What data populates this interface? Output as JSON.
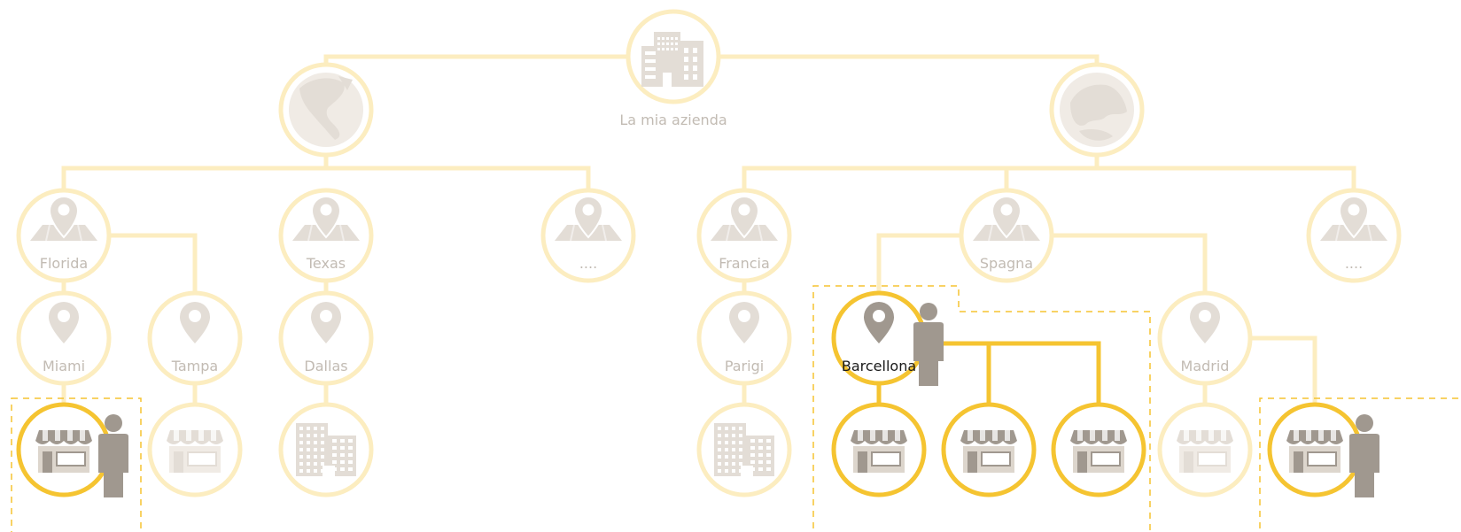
{
  "colors": {
    "faint": "#fcedc0",
    "active": "#f5c431",
    "icon_faint": "#e3ddd6",
    "icon_fill": "#a0988f",
    "label_faint": "#c2bbb3",
    "label_active": "#1a1a1a"
  },
  "nodes": {
    "root": {
      "label": "La mia azienda",
      "icon": "buildings-icon",
      "active": false
    },
    "north_america": {
      "label": "",
      "icon": "globe-americas-icon",
      "active": false
    },
    "europe": {
      "label": "",
      "icon": "globe-europe-icon",
      "active": false
    },
    "florida": {
      "label": "Florida",
      "icon": "map-pin-icon",
      "active": false
    },
    "texas": {
      "label": "Texas",
      "icon": "map-pin-icon",
      "active": false
    },
    "na_more": {
      "label": "....",
      "icon": "map-pin-icon",
      "active": false
    },
    "francia": {
      "label": "Francia",
      "icon": "map-pin-icon",
      "active": false
    },
    "spagna": {
      "label": "Spagna",
      "icon": "map-pin-icon",
      "active": false
    },
    "eu_more": {
      "label": "....",
      "icon": "map-pin-icon",
      "active": false
    },
    "miami": {
      "label": "Miami",
      "icon": "location-pin-icon",
      "active": false
    },
    "tampa": {
      "label": "Tampa",
      "icon": "location-pin-icon",
      "active": false
    },
    "dallas": {
      "label": "Dallas",
      "icon": "location-pin-icon",
      "active": false
    },
    "parigi": {
      "label": "Parigi",
      "icon": "location-pin-icon",
      "active": false
    },
    "barcellona": {
      "label": "Barcellona",
      "icon": "location-pin-icon",
      "active": true,
      "user": true
    },
    "madrid": {
      "label": "Madrid",
      "icon": "location-pin-icon",
      "active": false
    },
    "miami_store": {
      "label": "",
      "icon": "store-icon",
      "active": true,
      "user": true
    },
    "tampa_store": {
      "label": "",
      "icon": "store-icon",
      "active": false
    },
    "dallas_office": {
      "label": "",
      "icon": "office-building-icon",
      "active": false
    },
    "parigi_office": {
      "label": "",
      "icon": "office-building-icon",
      "active": false
    },
    "barcellona_store_1": {
      "label": "",
      "icon": "store-icon",
      "active": true
    },
    "barcellona_store_2": {
      "label": "",
      "icon": "store-icon",
      "active": true
    },
    "barcellona_store_3": {
      "label": "",
      "icon": "store-icon",
      "active": true
    },
    "madrid_store_1": {
      "label": "",
      "icon": "store-icon",
      "active": false
    },
    "madrid_store_2": {
      "label": "",
      "icon": "store-icon",
      "active": true,
      "user": true
    }
  }
}
